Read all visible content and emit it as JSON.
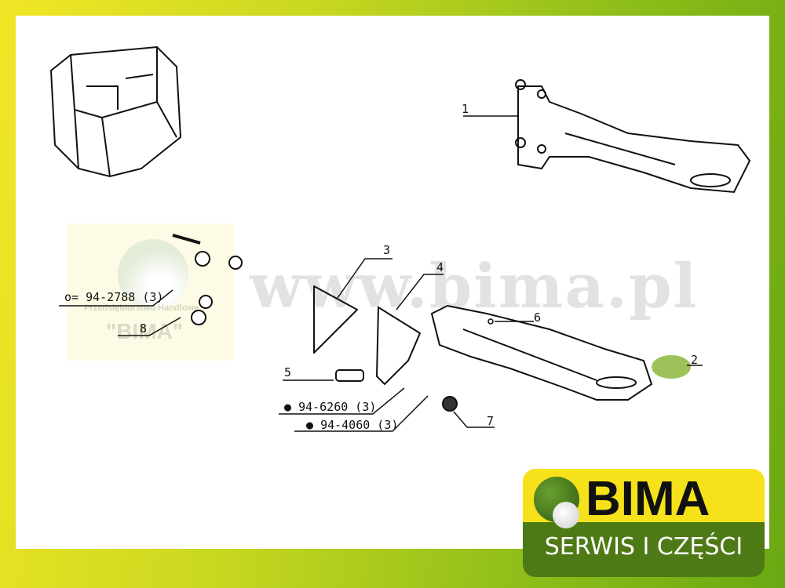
{
  "watermark": "www.bima.pl",
  "inset": {
    "subtitle": "Przedsiębiorstwo Handlowe",
    "name": "\"BIMA\""
  },
  "callouts": {
    "c1": "1",
    "c2": "2",
    "c3": "3",
    "c4": "4",
    "c5": "5",
    "c6": "6",
    "c7": "7",
    "c8": "8",
    "p1": "94-2788 (3)",
    "p2": "94-6260 (3)",
    "p3": "94-4060 (3)"
  },
  "logo": {
    "name": "BIMA",
    "tagline": "SERWIS I CZĘŚCI"
  },
  "colors": {
    "border_start": "#f2e626",
    "border_end": "#6aa812",
    "logo_yellow": "#f5e21a",
    "logo_green": "#4e7a16"
  }
}
